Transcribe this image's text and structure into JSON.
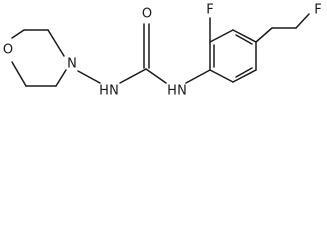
{
  "molecule": {
    "atoms": {
      "O_ring": "O",
      "N_ring": "N",
      "NH1": "H",
      "NH1_N": "N",
      "O_carbonyl": "O",
      "NH2": "H",
      "NH2_N": "N",
      "F_ortho": "F",
      "F_para": "F"
    }
  }
}
